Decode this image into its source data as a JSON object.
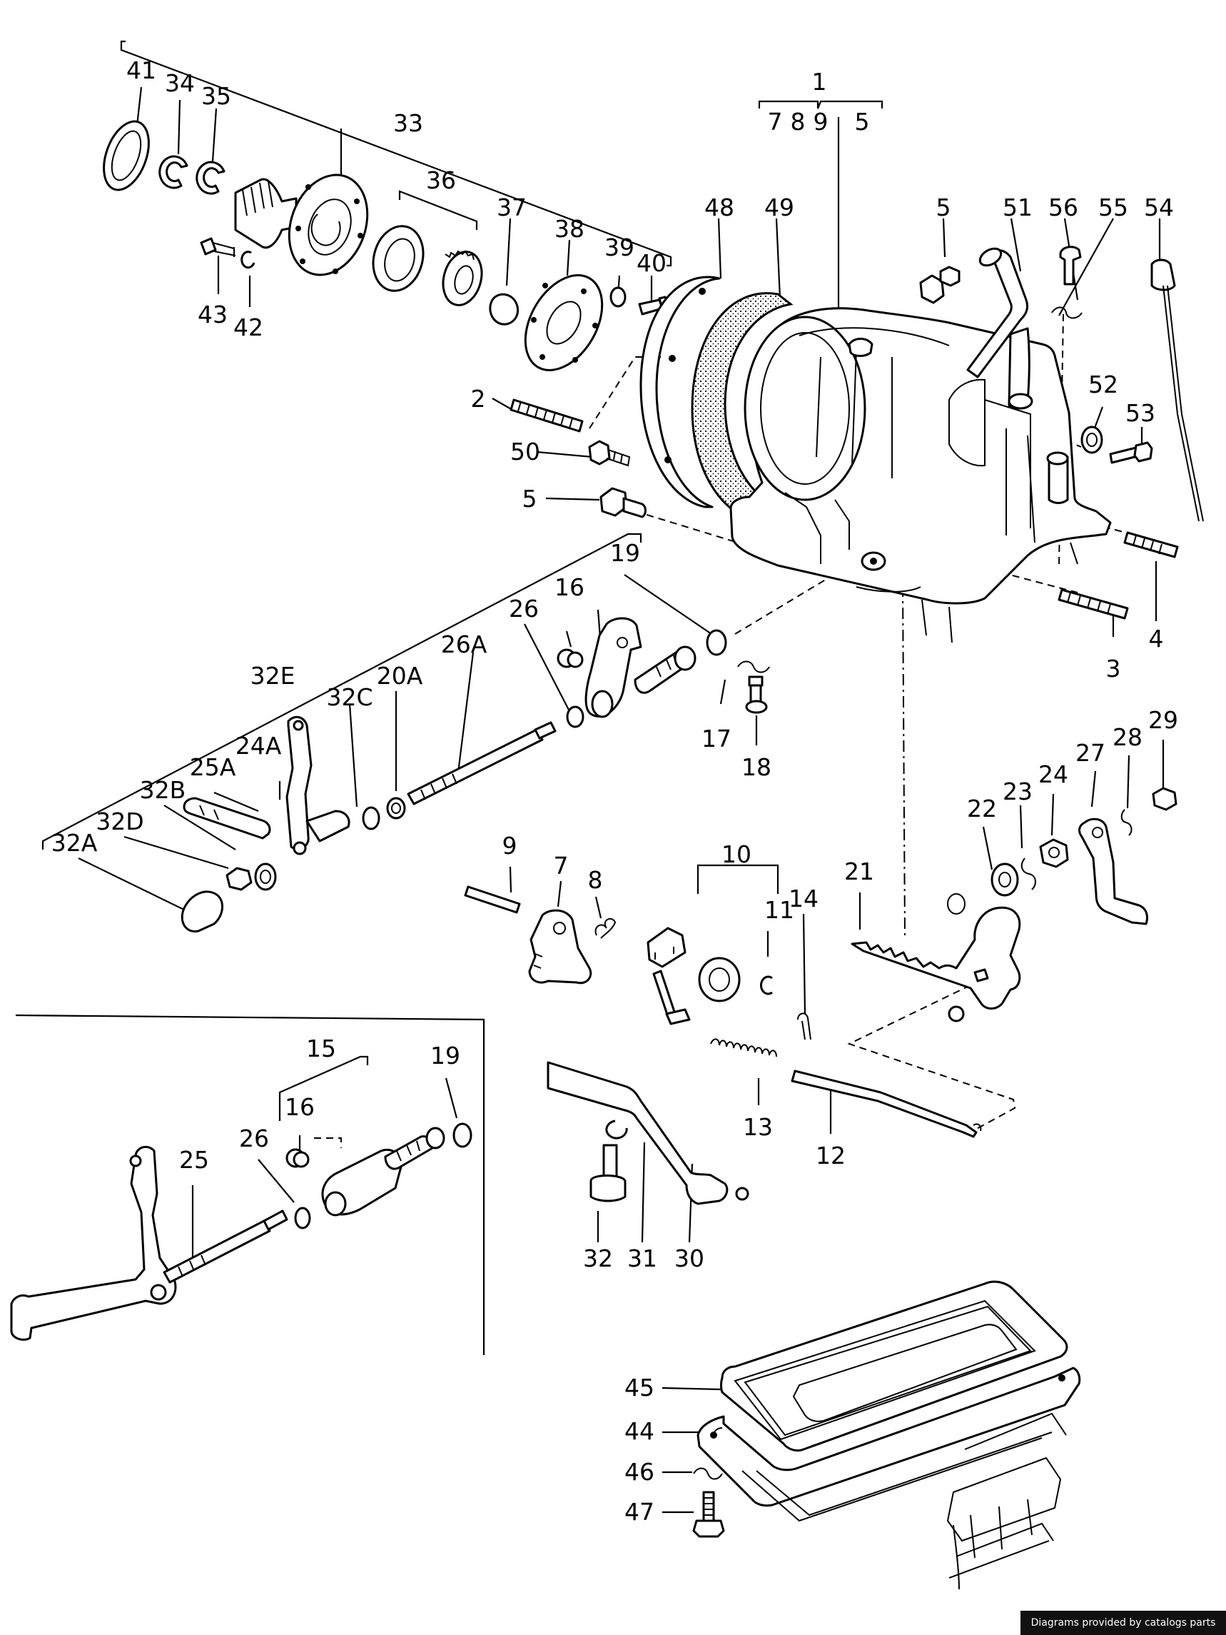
{
  "diagram": {
    "callouts": [
      {
        "id": "1",
        "label": "1"
      },
      {
        "id": "7",
        "label": "7"
      },
      {
        "id": "8",
        "label": "8"
      },
      {
        "id": "9",
        "label": "9"
      },
      {
        "id": "5",
        "label": "5"
      },
      {
        "id": "41",
        "label": "41"
      },
      {
        "id": "34",
        "label": "34"
      },
      {
        "id": "35",
        "label": "35"
      },
      {
        "id": "33",
        "label": "33"
      },
      {
        "id": "36",
        "label": "36"
      },
      {
        "id": "37",
        "label": "37"
      },
      {
        "id": "38",
        "label": "38"
      },
      {
        "id": "39",
        "label": "39"
      },
      {
        "id": "40",
        "label": "40"
      },
      {
        "id": "43",
        "label": "43"
      },
      {
        "id": "42",
        "label": "42"
      },
      {
        "id": "48",
        "label": "48"
      },
      {
        "id": "49",
        "label": "49"
      },
      {
        "id": "5b",
        "label": "5"
      },
      {
        "id": "51",
        "label": "51"
      },
      {
        "id": "56",
        "label": "56"
      },
      {
        "id": "55",
        "label": "55"
      },
      {
        "id": "54",
        "label": "54"
      },
      {
        "id": "2",
        "label": "2"
      },
      {
        "id": "52",
        "label": "52"
      },
      {
        "id": "53",
        "label": "53"
      },
      {
        "id": "50",
        "label": "50"
      },
      {
        "id": "5c",
        "label": "5"
      },
      {
        "id": "19",
        "label": "19"
      },
      {
        "id": "16",
        "label": "16"
      },
      {
        "id": "26",
        "label": "26"
      },
      {
        "id": "26A",
        "label": "26A"
      },
      {
        "id": "20A",
        "label": "20A"
      },
      {
        "id": "32C",
        "label": "32C"
      },
      {
        "id": "32E",
        "label": "32E"
      },
      {
        "id": "24A",
        "label": "24A"
      },
      {
        "id": "25A",
        "label": "25A"
      },
      {
        "id": "32B",
        "label": "32B"
      },
      {
        "id": "32D",
        "label": "32D"
      },
      {
        "id": "32A",
        "label": "32A"
      },
      {
        "id": "17",
        "label": "17"
      },
      {
        "id": "18",
        "label": "18"
      },
      {
        "id": "3",
        "label": "3"
      },
      {
        "id": "4",
        "label": "4"
      },
      {
        "id": "29",
        "label": "29"
      },
      {
        "id": "28",
        "label": "28"
      },
      {
        "id": "27",
        "label": "27"
      },
      {
        "id": "24",
        "label": "24"
      },
      {
        "id": "23",
        "label": "23"
      },
      {
        "id": "22",
        "label": "22"
      },
      {
        "id": "21",
        "label": "21"
      },
      {
        "id": "14",
        "label": "14"
      },
      {
        "id": "11",
        "label": "11"
      },
      {
        "id": "10",
        "label": "10"
      },
      {
        "id": "9b",
        "label": "9"
      },
      {
        "id": "7b",
        "label": "7"
      },
      {
        "id": "8b",
        "label": "8"
      },
      {
        "id": "13",
        "label": "13"
      },
      {
        "id": "12",
        "label": "12"
      },
      {
        "id": "15",
        "label": "15"
      },
      {
        "id": "16b",
        "label": "16"
      },
      {
        "id": "19b",
        "label": "19"
      },
      {
        "id": "26b",
        "label": "26"
      },
      {
        "id": "25",
        "label": "25"
      },
      {
        "id": "32",
        "label": "32"
      },
      {
        "id": "31",
        "label": "31"
      },
      {
        "id": "30",
        "label": "30"
      },
      {
        "id": "45",
        "label": "45"
      },
      {
        "id": "44",
        "label": "44"
      },
      {
        "id": "46",
        "label": "46"
      },
      {
        "id": "47",
        "label": "47"
      }
    ]
  },
  "footer": {
    "watermark": "Diagrams provided by catalogs parts"
  }
}
